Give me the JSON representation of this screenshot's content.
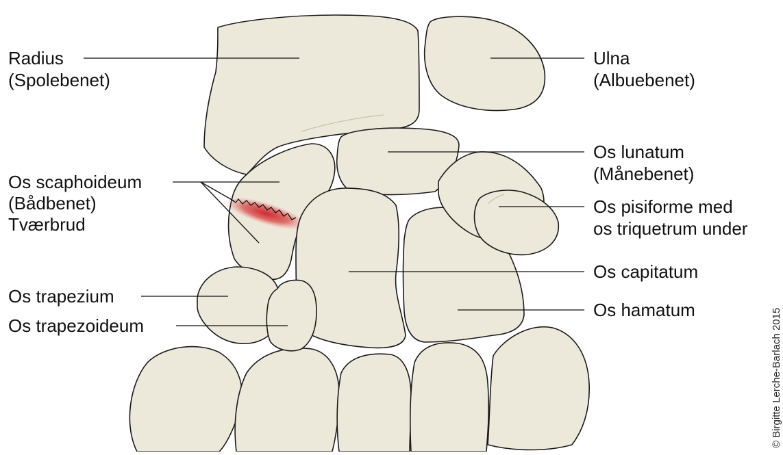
{
  "labels": {
    "radius_1": "Radius",
    "radius_2": "(Spolebenet)",
    "ulna_1": "Ulna",
    "ulna_2": "(Albuebenet)",
    "scaphoid_1": "Os scaphoideum",
    "scaphoid_2": "(Bådbenet)",
    "scaphoid_3": "Tværbrud",
    "lunatum_1": "Os lunatum",
    "lunatum_2": "(Månebenet)",
    "pisiforme_1": "Os pisiforme med",
    "pisiforme_2": "os triquetrum under",
    "capitatum": "Os capitatum",
    "hamatum": "Os hamatum",
    "trapezium": "Os trapezium",
    "trapezoideum": "Os trapezoideum"
  },
  "credit": "© Birgitte Lerche-Barlach 2015",
  "colors": {
    "bone_fill": "#ece9da",
    "outline": "#1a1a1a",
    "fracture": "#c9202a",
    "background": "#ffffff"
  }
}
